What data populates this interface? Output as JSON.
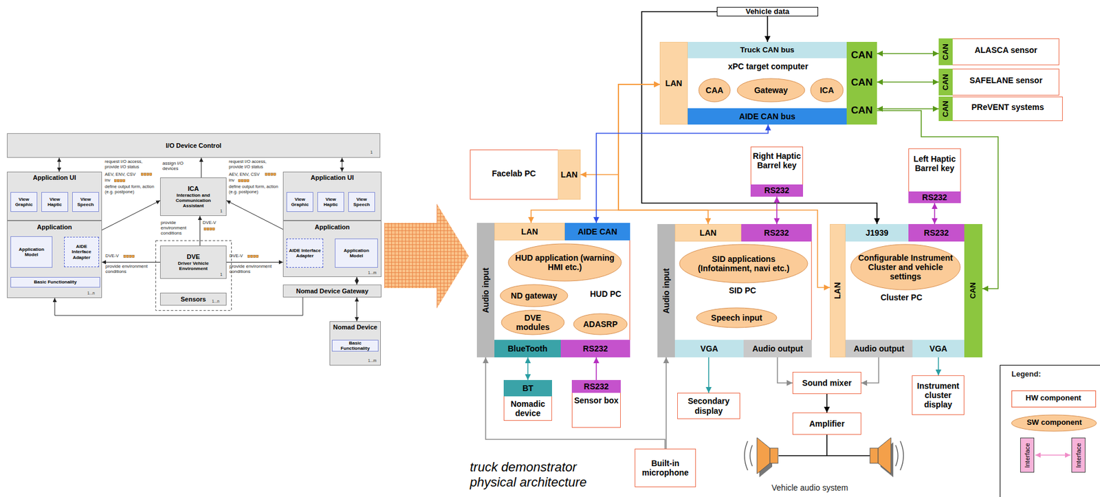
{
  "diagram": {
    "caption": "truck demonstrator physical architecture",
    "nodes": [
      {
        "text": [
          "I/O Device Control"
        ]
      },
      {
        "text": [
          "Application UI"
        ]
      },
      {
        "text": [
          "View Graphic"
        ],
        "in": 1
      },
      {
        "text": [
          "View Haptic"
        ],
        "in": 1
      },
      {
        "text": [
          "View Speech"
        ],
        "in": 1
      },
      {
        "text": [
          "ICA",
          "Interaction and Communication Assistant"
        ]
      },
      {
        "text": [
          "Application UI"
        ]
      },
      {
        "text": [
          "View Graphic"
        ],
        "in": 6
      },
      {
        "text": [
          "View Haptic"
        ],
        "in": 6
      },
      {
        "text": [
          "View Speech"
        ],
        "in": 6
      },
      {
        "text": [
          "Application"
        ]
      },
      {
        "text": [
          "Application Model"
        ],
        "in": 10
      },
      {
        "text": [
          "AIDE Interface Adapter"
        ],
        "in": 10
      },
      {
        "text": [
          "Basic Functionality"
        ],
        "in": 10
      },
      {
        "text": [
          "DVE",
          "Driver Vehicle Environment"
        ]
      },
      {
        "text": [
          "Sensors"
        ]
      },
      {
        "text": [
          "Application"
        ]
      },
      {
        "text": [
          "AIDE Interface Adapter"
        ],
        "in": 16
      },
      {
        "text": [
          "Application Model"
        ],
        "in": 16
      },
      {
        "text": [
          "Nomad Device Gateway"
        ]
      },
      {
        "text": [
          "Nomad Device"
        ]
      },
      {
        "text": [
          "Basic Functionality"
        ],
        "in": 20
      },
      {
        "text": [
          "Vehicle data"
        ]
      },
      {
        "text": [
          "xPC target computer"
        ]
      },
      {
        "text": [
          "LAN"
        ],
        "in": 23
      },
      {
        "text": [
          "Truck CAN bus"
        ],
        "in": 23
      },
      {
        "text": [
          "AIDE CAN bus"
        ],
        "in": 23
      },
      {
        "text": [
          "CAN"
        ],
        "in": 23
      },
      {
        "text": [
          "CAN"
        ],
        "in": 23
      },
      {
        "text": [
          "CAN"
        ],
        "in": 23
      },
      {
        "text": [
          "CAA"
        ],
        "in": 23
      },
      {
        "text": [
          "Gateway"
        ],
        "in": 23
      },
      {
        "text": [
          "ICA"
        ],
        "in": 23
      },
      {
        "text": [
          "ALASCA sensor"
        ]
      },
      {
        "text": [
          "CAN"
        ],
        "in": 33
      },
      {
        "text": [
          "SAFELANE sensor"
        ]
      },
      {
        "text": [
          "CAN"
        ],
        "in": 35
      },
      {
        "text": [
          "PReVENT systems"
        ]
      },
      {
        "text": [
          "CAN"
        ],
        "in": 37
      },
      {
        "text": [
          "Facelab PC"
        ]
      },
      {
        "text": [
          "LAN"
        ],
        "in": 39
      },
      {
        "text": [
          "Right Haptic Barrel key"
        ]
      },
      {
        "text": [
          "RS232"
        ],
        "in": 41
      },
      {
        "text": [
          "Left Haptic Barrel key"
        ]
      },
      {
        "text": [
          "RS232"
        ],
        "in": 43
      },
      {
        "text": [
          "HUD PC"
        ]
      },
      {
        "text": [
          "Audio input"
        ],
        "in": 45
      },
      {
        "text": [
          "LAN"
        ],
        "in": 45
      },
      {
        "text": [
          "AIDE CAN"
        ],
        "in": 45
      },
      {
        "text": [
          "HUD application (warning HMI etc.)"
        ],
        "in": 45
      },
      {
        "text": [
          "ND gateway"
        ],
        "in": 45
      },
      {
        "text": [
          "DVE modules"
        ],
        "in": 45
      },
      {
        "text": [
          "ADASRP"
        ],
        "in": 45
      },
      {
        "text": [
          "BlueTooth"
        ],
        "in": 45
      },
      {
        "text": [
          "RS232"
        ],
        "in": 45
      },
      {
        "text": [
          "SID PC"
        ]
      },
      {
        "text": [
          "Audio input"
        ],
        "in": 55
      },
      {
        "text": [
          "LAN"
        ],
        "in": 55
      },
      {
        "text": [
          "RS232"
        ],
        "in": 55
      },
      {
        "text": [
          "SID applications (Infotainment, navi etc.)"
        ],
        "in": 55
      },
      {
        "text": [
          "Speech input"
        ],
        "in": 55
      },
      {
        "text": [
          "VGA"
        ],
        "in": 55
      },
      {
        "text": [
          "Audio output"
        ],
        "in": 55
      },
      {
        "text": [
          "Cluster PC"
        ]
      },
      {
        "text": [
          "LAN"
        ],
        "in": 63
      },
      {
        "text": [
          "J1939"
        ],
        "in": 63
      },
      {
        "text": [
          "RS232"
        ],
        "in": 63
      },
      {
        "text": [
          "CAN"
        ],
        "in": 63
      },
      {
        "text": [
          "Configurable Instrument Cluster and vehicle settings"
        ],
        "in": 63
      },
      {
        "text": [
          "Audio output"
        ],
        "in": 63
      },
      {
        "text": [
          "VGA"
        ],
        "in": 63
      },
      {
        "text": [
          "Nomadic device"
        ]
      },
      {
        "text": [
          "BT"
        ],
        "in": 71
      },
      {
        "text": [
          "Sensor box"
        ]
      },
      {
        "text": [
          "RS232"
        ],
        "in": 73
      },
      {
        "text": [
          "Secondary display"
        ]
      },
      {
        "text": [
          "Sound mixer"
        ]
      },
      {
        "text": [
          "Instrument cluster display"
        ]
      },
      {
        "text": [
          "Amplifier"
        ]
      },
      {
        "text": [
          "Built-in microphone"
        ]
      }
    ],
    "edges": [
      {
        "from": 1,
        "to": 0,
        "arrow": "both"
      },
      {
        "from": 5,
        "to": 0,
        "arrow": "to"
      },
      {
        "from": 6,
        "to": 0,
        "arrow": "both"
      },
      {
        "from": 12,
        "to": 5,
        "arrow": "both"
      },
      {
        "from": 5,
        "to": 17,
        "arrow": "both"
      },
      {
        "from": 14,
        "to": 5,
        "arrow": "to"
      },
      {
        "from": 14,
        "to": 10,
        "arrow": "to"
      },
      {
        "from": 14,
        "to": 16,
        "arrow": "to"
      },
      {
        "from": 11,
        "to": 12,
        "arrow": "both"
      },
      {
        "from": 17,
        "to": 18,
        "arrow": "both"
      },
      {
        "from": 11,
        "to": 13,
        "arrow": "both"
      },
      {
        "from": 16,
        "to": 19,
        "arrow": "both"
      },
      {
        "from": 19,
        "to": 20,
        "arrow": "both"
      },
      {
        "from": 19,
        "to": 10,
        "arrow": "to"
      },
      {
        "from": 22,
        "to": 25,
        "arrow": "to"
      },
      {
        "from": 22,
        "to": 65,
        "arrow": "to"
      },
      {
        "from": 24,
        "to": 40,
        "arrow": "both"
      },
      {
        "from": 24,
        "to": 47,
        "arrow": "both"
      },
      {
        "from": 24,
        "to": 57,
        "arrow": "both"
      },
      {
        "from": 24,
        "to": 64,
        "arrow": "both"
      },
      {
        "from": 26,
        "to": 48,
        "arrow": "both"
      },
      {
        "from": 27,
        "to": 34,
        "arrow": "both"
      },
      {
        "from": 28,
        "to": 36,
        "arrow": "both"
      },
      {
        "from": 29,
        "to": 38,
        "arrow": "both"
      },
      {
        "from": 29,
        "to": 67,
        "arrow": "to"
      },
      {
        "from": 42,
        "to": 58,
        "arrow": "both"
      },
      {
        "from": 44,
        "to": 66,
        "arrow": "both"
      },
      {
        "from": 53,
        "to": 72,
        "arrow": "both"
      },
      {
        "from": 74,
        "to": 54,
        "arrow": "to"
      },
      {
        "from": 61,
        "to": 75,
        "arrow": "to"
      },
      {
        "from": 70,
        "to": 77,
        "arrow": "to"
      },
      {
        "from": 62,
        "to": 76,
        "arrow": "to"
      },
      {
        "from": 69,
        "to": 76,
        "arrow": "to"
      },
      {
        "from": 76,
        "to": 78,
        "arrow": "to"
      },
      {
        "from": 79,
        "to": 46,
        "arrow": "to"
      },
      {
        "from": 79,
        "to": 56,
        "arrow": "to"
      }
    ],
    "labels": [
      "1",
      "assign I/O devices",
      "request I/O access, provide I/O status",
      "AEV, ENV, CSV",
      "inv",
      "define output form, action (e.g. postpone)",
      "request I/O access, provide I/O status",
      "AEV, ENV, CSV",
      "inv",
      "define output form, action (e.g. postpone)",
      "1",
      "provide environment conditions",
      "DVE-V",
      "1",
      "DVE-V",
      "provide environment conditions",
      "DVE-V",
      "provide environment conditions",
      "1...n",
      "1...n",
      "1...m",
      "1...m",
      "Vehicle audio system",
      "Legend:"
    ],
    "legend": [
      {
        "text": "HW component"
      },
      {
        "text": "SW component"
      },
      {
        "text": "Interface",
        "color": "#f7b3d9"
      },
      {
        "text": "Interface",
        "color": "#f7b3d9"
      }
    ]
  }
}
